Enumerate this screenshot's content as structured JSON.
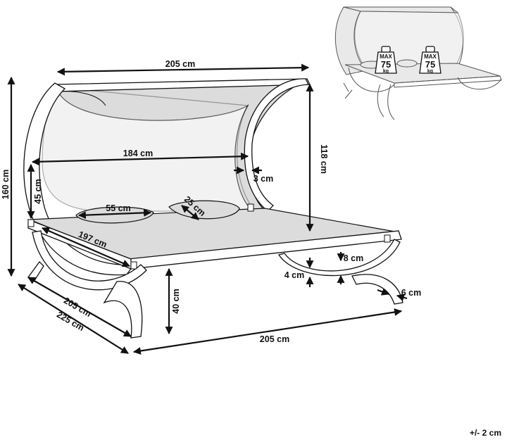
{
  "dimensions": {
    "canopy_width": "205 cm",
    "inner_width": "184 cm",
    "total_height": "160 cm",
    "canopy_height": "118 cm",
    "backrest_height": "45 cm",
    "canopy_thickness": "3 cm",
    "pillow_length": "55 cm",
    "pillow_width": "25 cm",
    "bed_length": "197 cm",
    "frame_depth": "205 cm",
    "base_depth": "225 cm",
    "seat_height": "40 cm",
    "base_width": "205 cm",
    "foot_gap": "4 cm",
    "frame_bar": "8 cm",
    "foot_thickness": "6 cm"
  },
  "badges": [
    {
      "max": "MAX",
      "value": "75",
      "unit": "kg"
    },
    {
      "max": "MAX",
      "value": "75",
      "unit": "kg"
    }
  ],
  "tolerance": "+/- 2 cm",
  "colors": {
    "ink": "#111111",
    "fabric": "#dcdcdc",
    "background": "#ffffff"
  }
}
